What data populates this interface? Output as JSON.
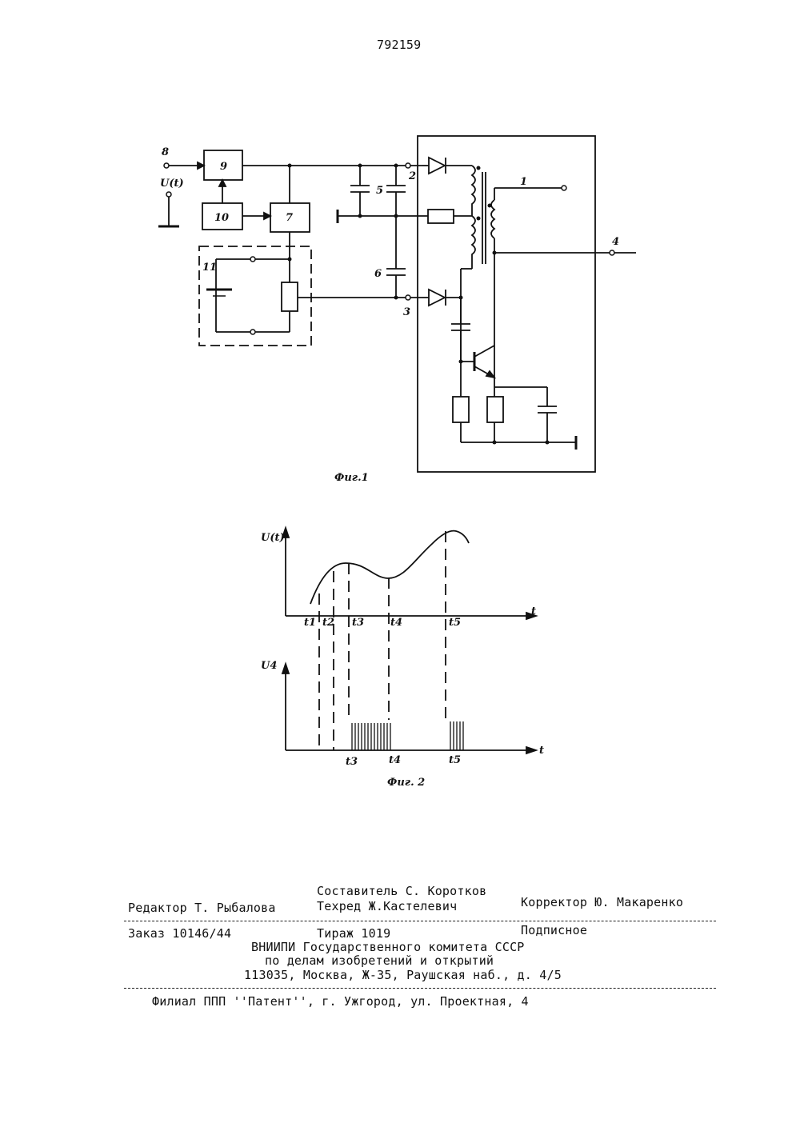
{
  "patent_number": "792159",
  "fig1": {
    "caption": "Фиг.1",
    "labels": {
      "l8": "8",
      "lU": "U(t)",
      "l9": "9",
      "l10": "10",
      "l7": "7",
      "l11": "11",
      "l5": "5",
      "l6": "6",
      "l2": "2",
      "l3": "3",
      "l1": "1",
      "l4": "4"
    }
  },
  "fig2": {
    "caption": "Фиг. 2",
    "top_ylabel": "U(t)",
    "bottom_ylabel": "U4",
    "xlabel": "t",
    "top_ticks": [
      "t1",
      "t2",
      "t3",
      "t4",
      "t5"
    ],
    "bottom_ticks": [
      "t3",
      "t4",
      "t5"
    ]
  },
  "footer": {
    "compiler": "Составитель С. Коротков",
    "editor": "Редактор Т. Рыбалова",
    "techred": "Техред Ж.Кастелевич",
    "corrector": "Корректор Ю. Макаренко",
    "order": "Заказ 10146/44",
    "circulation": "Тираж 1019",
    "subscription": "Подписное",
    "org1": "ВНИИПИ Государственного комитета СССР",
    "org2": "по делам изобретений и открытий",
    "address": "113035, Москва, Ж-35, Раушская наб., д. 4/5",
    "branch": "Филиал ППП ''Патент'', г. Ужгород, ул. Проектная, 4"
  }
}
